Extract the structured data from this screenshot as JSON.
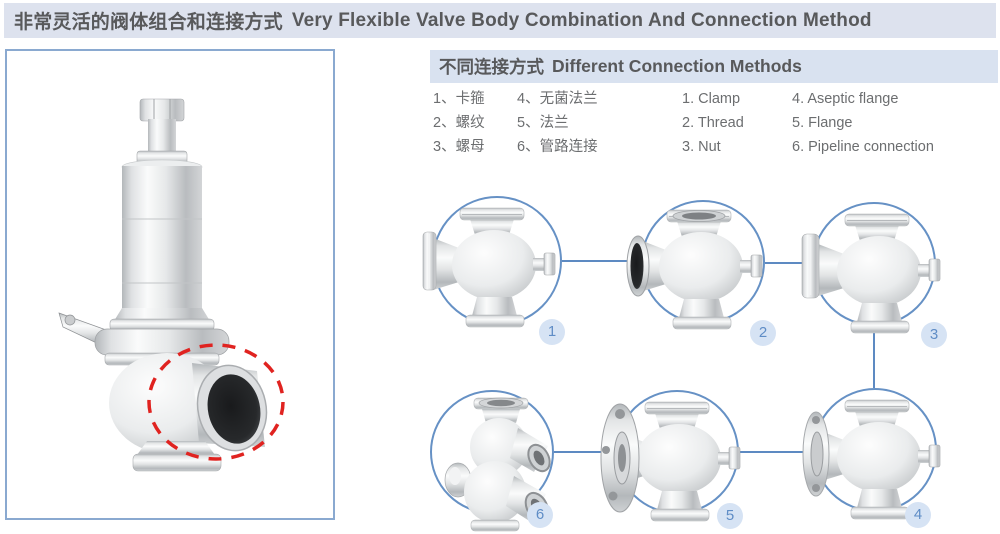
{
  "header": {
    "title_cn": "非常灵活的阀体组合和连接方式",
    "title_en": "Very Flexible Valve Body Combination And Connection Method"
  },
  "section": {
    "heading_cn": "不同连接方式",
    "heading_en": "Different Connection Methods"
  },
  "legend": {
    "cn": [
      "1、卡箍",
      "2、螺纹",
      "3、螺母",
      "4、无菌法兰",
      "5、法兰",
      "6、管路连接"
    ],
    "en": [
      "1. Clamp",
      "2. Thread",
      "3. Nut",
      "4. Aseptic flange",
      "5. Flange",
      "6. Pipeline connection"
    ]
  },
  "diagram": {
    "nodes": [
      {
        "number": "1",
        "type": "clamp"
      },
      {
        "number": "2",
        "type": "thread"
      },
      {
        "number": "3",
        "type": "nut"
      },
      {
        "number": "4",
        "type": "aseptic-flange"
      },
      {
        "number": "5",
        "type": "flange"
      },
      {
        "number": "6",
        "type": "pipeline-connection"
      }
    ]
  },
  "figure": {
    "subject": "sanitary-safety-valve-photo",
    "highlight": "red-dashed-circle-on-clamp-outlet"
  },
  "colors": {
    "title_bar_bg": "#dde2ee",
    "heading_bar_bg": "#d9e2f0",
    "title_text": "#58595b",
    "legend_text": "#6c6e70",
    "accent_blue": "#5d8ac2",
    "circle_stroke": "#6691c5",
    "badge_fill": "#d6e3f4",
    "badge_text": "#5f8dc6",
    "panel_border": "#8aa9d0",
    "highlight_red": "#e02320"
  }
}
